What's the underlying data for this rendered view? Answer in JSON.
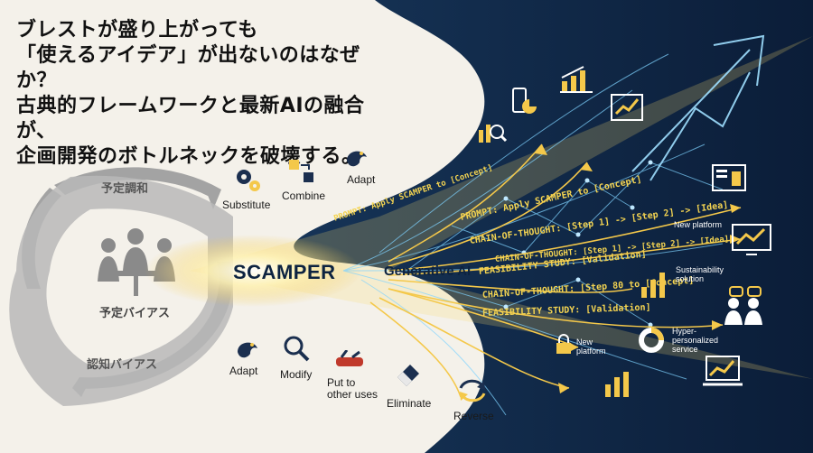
{
  "headline": [
    "ブレストが盛り上がっても",
    "「使えるアイデア」が出ないのはなぜか？",
    "古典的フレームワークと最新AIの融合が、",
    "企画開発のボトルネックを破壊する。"
  ],
  "cycle": {
    "top": "予定調和",
    "center": "予定バイアス",
    "bottom": "認知バイアス"
  },
  "scamper_steps": {
    "substitute": "Substitute",
    "combine": "Combine",
    "adapt_top": "Adapt",
    "adapt_bottom": "Adapt",
    "modify": "Modify",
    "put_to_other_uses": "Put to\nother uses",
    "eliminate": "Eliminate",
    "reverse": "Reverse"
  },
  "center": {
    "scamper": "SCAMPER",
    "generative_ai": "Generative AI"
  },
  "prompts": [
    "PROMPT: Apply SCAMPER to [Concept]",
    "PROMPT: Apply SCAMPER to [Concept]",
    "CHAIN-OF-THOUGHT: [Step 1] -> [Step 2] -> [Idea]",
    "CHAIN-OF-THOUGHT: [Step 1] -> [Step 2] -> [Idea]",
    "FEASIBILITY STUDY: [Validation]",
    "CHAIN-OF-THOUGHT: [Step 80 to [Concept]",
    "FEASIBILITY STUDY: [Validation]"
  ],
  "outcomes": {
    "new_platform_top": "New platform",
    "sustainability": "Sustainability\nsolution",
    "new_platform_bottom": "New\nplatform",
    "hyper_personalized": "Hyper-\npersonalized\nservice"
  },
  "colors": {
    "navy": "#0d2340",
    "gold": "#f4c84a",
    "glow": "#7fd3ff",
    "cycle_gray": "#9a9a9a"
  }
}
